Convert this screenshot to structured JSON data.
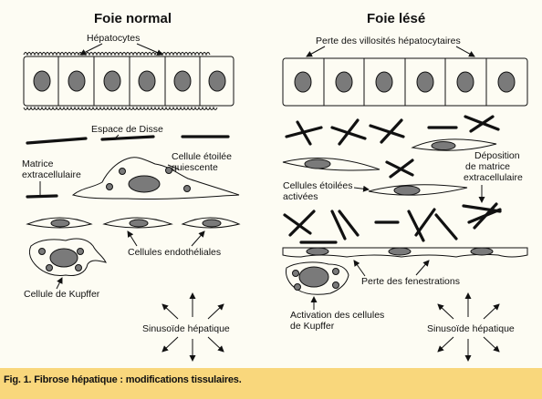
{
  "left_panel": {
    "title": "Foie normal",
    "labels": {
      "hepatocytes": "Hépatocytes",
      "espace_disse": "Espace de Disse",
      "matrice_1": "Matrice",
      "matrice_2": "extracellulaire",
      "etoilee_1": "Cellule étoilée",
      "etoilee_2": "quiescente",
      "endotheliales": "Cellules endothéliales",
      "kupffer": "Cellule de Kupffer",
      "sinusoide": "Sinusoïde hépatique"
    }
  },
  "right_panel": {
    "title": "Foie lésé",
    "labels": {
      "villosites": "Perte des villosités hépatocytaires",
      "depo_1": "Déposition",
      "depo_2": "de matrice",
      "depo_3": "extracellulaire",
      "actives_1": "Cellules étoilées",
      "actives_2": "activées",
      "fenestrations": "Perte des fenestrations",
      "activation_1": "Activation des cellules",
      "activation_2": "de Kupffer",
      "sinusoide": "Sinusoïde hépatique"
    }
  },
  "caption": "Fig. 1. Fibrose hépatique : modifications tissulaires.",
  "colors": {
    "background": "#f9d77c",
    "panel": "#fdfcf3",
    "ink": "#111111",
    "nucleus": "#7a7a7a"
  }
}
